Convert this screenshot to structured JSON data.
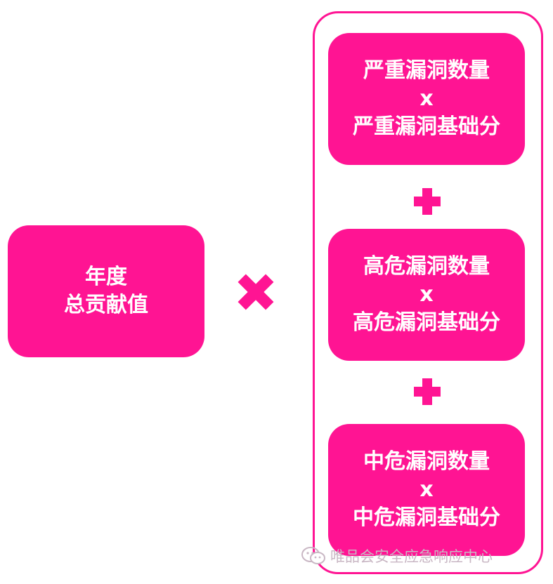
{
  "left_box": {
    "line1": "年度",
    "line2": "总贡献值"
  },
  "operator_multiply": "times-sign",
  "right_group": {
    "boxes": [
      {
        "line1": "严重漏洞数量",
        "line2": "x",
        "line3": "严重漏洞基础分"
      },
      {
        "line1": "高危漏洞数量",
        "line2": "x",
        "line3": "高危漏洞基础分"
      },
      {
        "line1": "中危漏洞数量",
        "line2": "x",
        "line3": "中危漏洞基础分"
      }
    ],
    "operator_plus": "plus-sign"
  },
  "watermark": {
    "text": "唯品会安全应急响应中心",
    "icon": "wechat-icon"
  },
  "colors": {
    "accent": "#ff1493",
    "box_text": "#ffffff",
    "watermark": "#c9b7c4"
  }
}
